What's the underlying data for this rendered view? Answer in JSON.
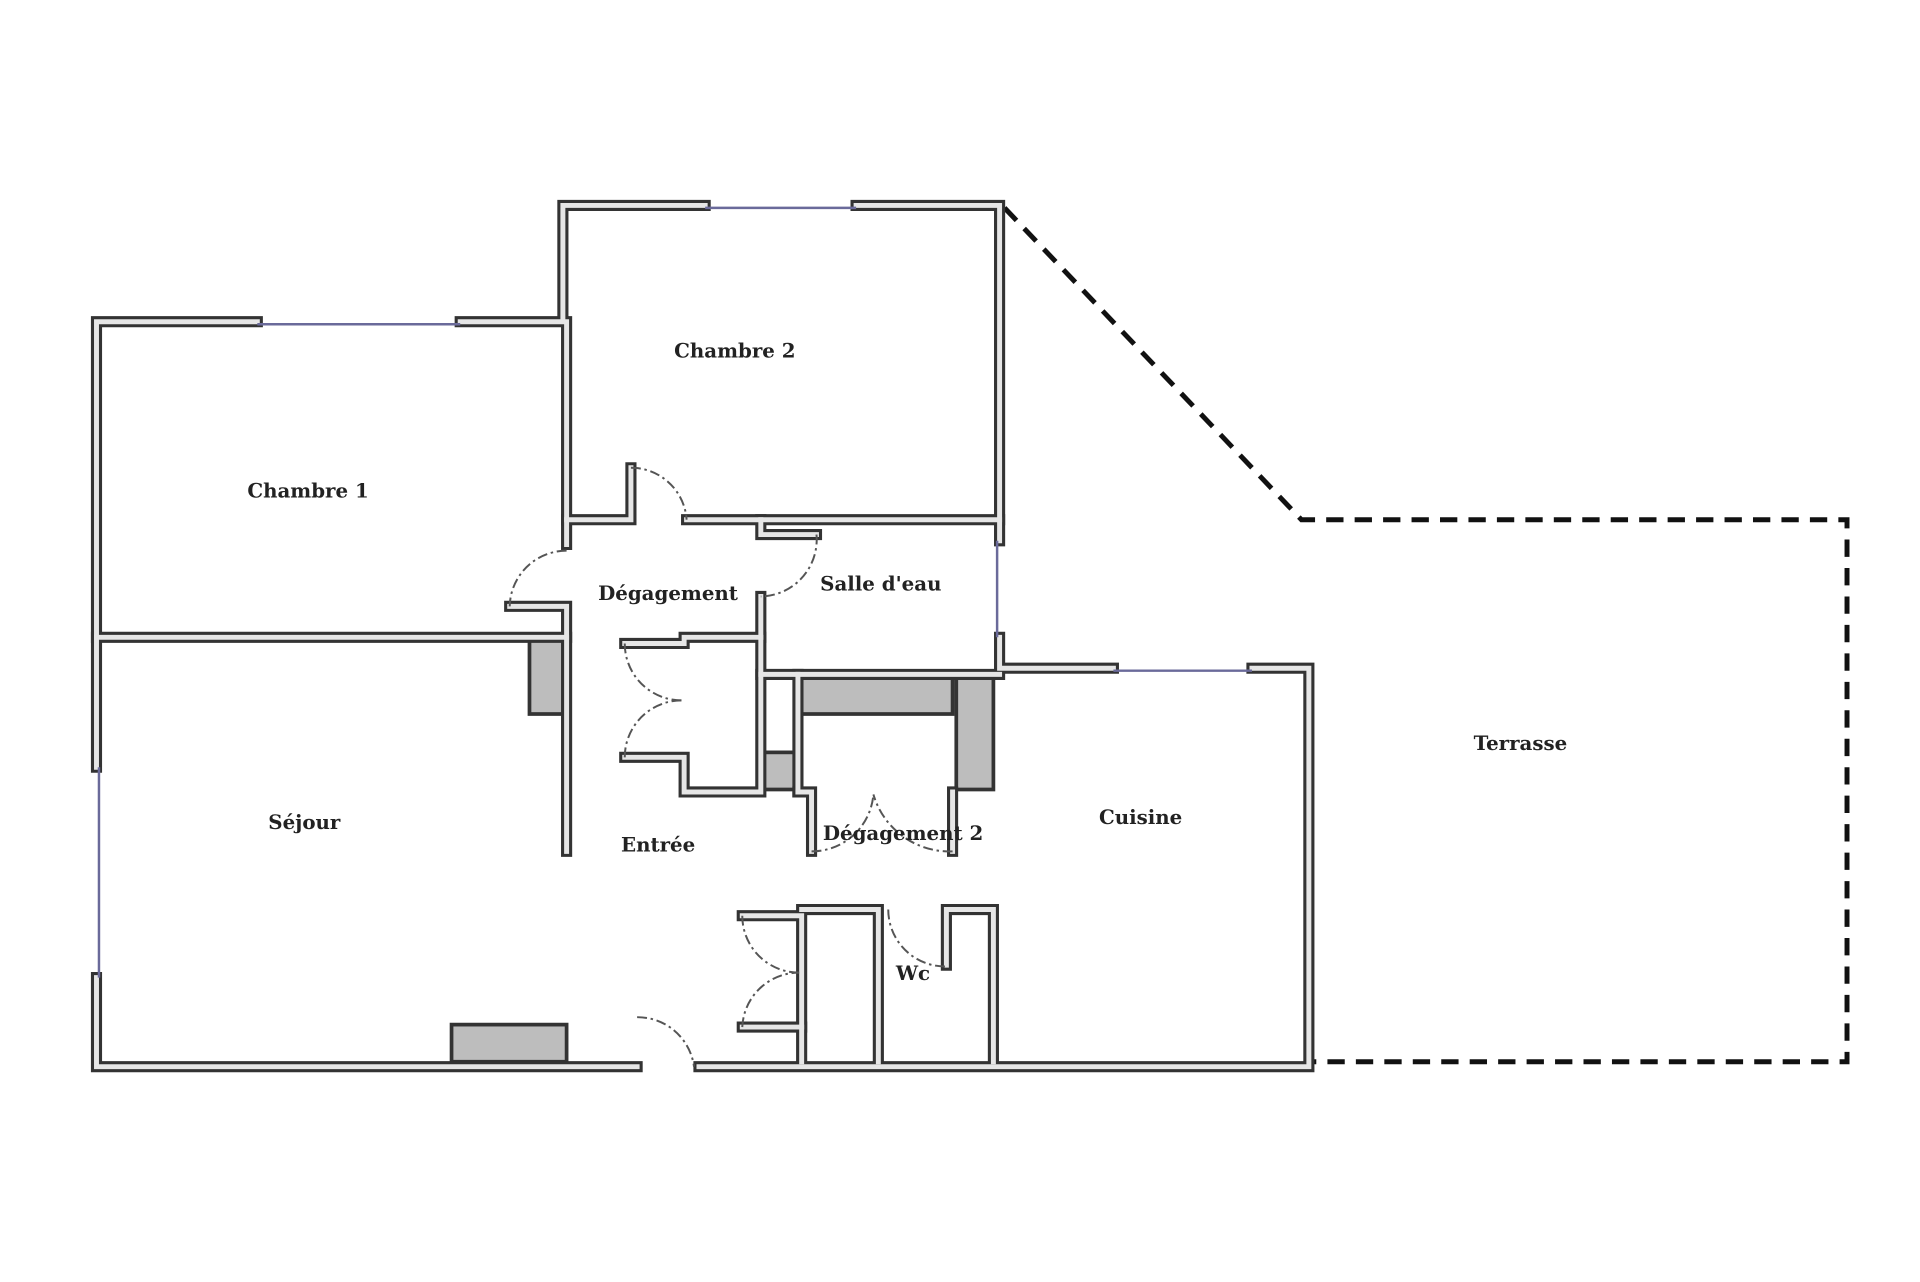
{
  "plan": {
    "rooms": {
      "chambre1": "Chambre 1",
      "chambre2": "Chambre 2",
      "degagement": "Dégagement",
      "salle_eau": "Salle d'eau",
      "sejour": "Séjour",
      "entree": "Entrée",
      "degagement2": "Dégagement 2",
      "cuisine": "Cuisine",
      "wc": "Wc",
      "terrasse": "Terrasse"
    }
  }
}
